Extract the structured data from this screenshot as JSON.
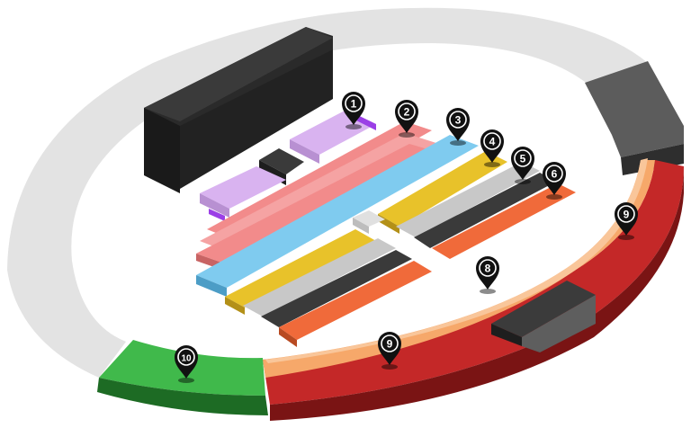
{
  "map": {
    "colors": {
      "ring_light": "#e2e2e2",
      "ring_side": "#c4c4c4",
      "stage_dark": "#2a2a2a",
      "zone_1": "#d9b3f0",
      "zone_1_accent": "#9b3fe6",
      "zone_2": "#f28b8b",
      "zone_3": "#7fcbef",
      "zone_4": "#e8c22a",
      "zone_5": "#c8c8c8",
      "zone_6": "#f06a3a",
      "zone_7": "#3a3a3a",
      "zone_8": "#f6a86a",
      "zone_9": "#c82a2a",
      "zone_10": "#3fb84a",
      "gray_block": "#5a5a5a",
      "pin": "#111111"
    },
    "pins": [
      {
        "label": "1"
      },
      {
        "label": "2"
      },
      {
        "label": "3"
      },
      {
        "label": "4"
      },
      {
        "label": "5"
      },
      {
        "label": "6"
      },
      {
        "label": "8"
      },
      {
        "label": "9"
      },
      {
        "label": "9"
      },
      {
        "label": "10"
      }
    ]
  }
}
